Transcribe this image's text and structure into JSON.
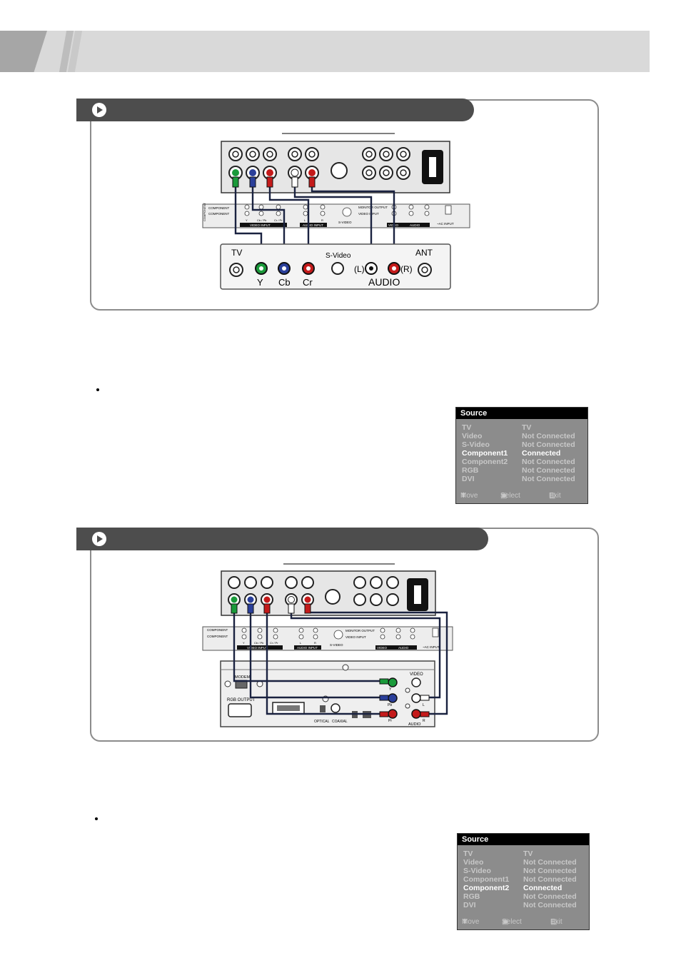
{
  "diagram1": {
    "tv_panel_labels": {
      "tv": "TV",
      "svideo": "S-Video",
      "ant": "ANT",
      "y": "Y",
      "cb": "Cb",
      "cr": "Cr",
      "left": "(L)",
      "right": "(R)",
      "audio": "AUDIO"
    }
  },
  "diagram2": {
    "player_labels": {
      "modem": "MODEM",
      "rgb_output": "RGB OUTPUT",
      "optical": "OPTICAL",
      "coaxial": "COAXIAL",
      "video": "VIDEO",
      "y": "Y",
      "pb": "Pb",
      "pr": "Pr",
      "l": "L",
      "r": "R",
      "audio": "AUDIO"
    }
  },
  "strip_labels": {
    "component": "COMPONENT",
    "video_input": "VIDEO INPUT",
    "audio_input": "AUDIO INPUT",
    "s_video": "S-VIDEO",
    "monitor_output": "MONITOR OUTPUT",
    "video_input_small": "VIDEO INPUT",
    "video": "VIDEO",
    "audio": "AUDIO",
    "ac_input": "~AC INPUT",
    "y": "Y",
    "cb_pb": "Cb / Pb",
    "cr_pr": "Cr / Pr",
    "l": "L",
    "r": "R"
  },
  "osd1": {
    "title": "Source",
    "rows": [
      {
        "name": "TV",
        "status": "TV",
        "active": false
      },
      {
        "name": "Video",
        "status": "Not Connected",
        "active": false
      },
      {
        "name": "S-Video",
        "status": "Not Connected",
        "active": false
      },
      {
        "name": "Component1",
        "status": "Connected",
        "active": true
      },
      {
        "name": "Component2",
        "status": "Not Connected",
        "active": false
      },
      {
        "name": "RGB",
        "status": "Not Connected",
        "active": false
      },
      {
        "name": "DVI",
        "status": "Not Connected",
        "active": false
      }
    ],
    "footer": {
      "move": "Move",
      "select": "Select",
      "exit": "Exit"
    }
  },
  "osd2": {
    "title": "Source",
    "rows": [
      {
        "name": "TV",
        "status": "TV",
        "active": false
      },
      {
        "name": "Video",
        "status": "Not Connected",
        "active": false
      },
      {
        "name": "S-Video",
        "status": "Not Connected",
        "active": false
      },
      {
        "name": "Component1",
        "status": "Not Connected",
        "active": false
      },
      {
        "name": "Component2",
        "status": "Connected",
        "active": true
      },
      {
        "name": "RGB",
        "status": "Not Connected",
        "active": false
      },
      {
        "name": "DVI",
        "status": "Not Connected",
        "active": false
      }
    ],
    "footer": {
      "move": "Move",
      "select": "Select",
      "exit": "Exit"
    }
  },
  "colors": {
    "green": "#1a9a3a",
    "blue": "#2a3f9a",
    "red": "#c41a1a",
    "cable": "#1a2240"
  }
}
